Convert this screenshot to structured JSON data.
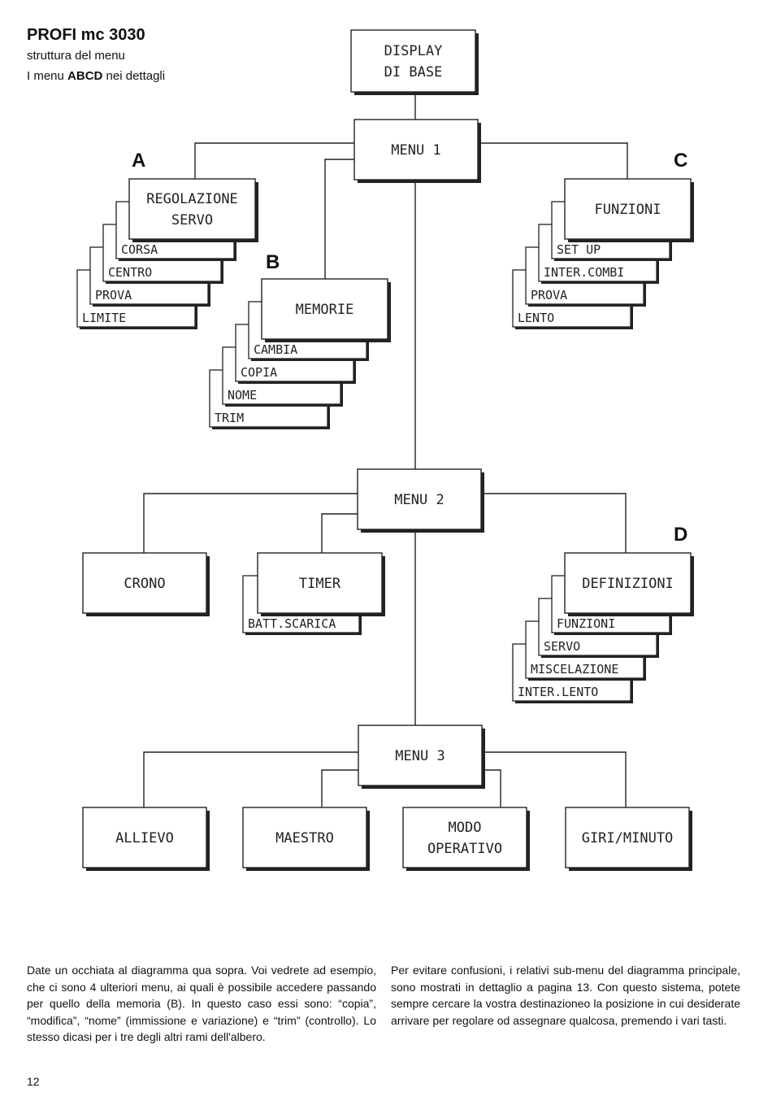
{
  "header": {
    "title": "PROFI mc 3030",
    "subtitle": "struttura del menu",
    "detail_pre": "I menu ",
    "detail_bold": "ABCD",
    "detail_post": " nei dettagli"
  },
  "nodes": {
    "display": [
      "DISPLAY",
      "DI BASE"
    ],
    "menu1": [
      "MENU 1"
    ],
    "menu2": [
      "MENU 2"
    ],
    "menu3": [
      "MENU 3"
    ],
    "crono": [
      "CRONO"
    ],
    "allievo": [
      "ALLIEVO"
    ],
    "maestro": [
      "MAESTRO"
    ],
    "modo": [
      "MODO",
      "OPERATIVO"
    ],
    "giri": [
      "GIRI/MINUTO"
    ]
  },
  "stacks": {
    "A": {
      "letter": "A",
      "front": [
        "REGOLAZIONE",
        "SERVO"
      ],
      "back": [
        "CORSA",
        "CENTRO",
        "PROVA",
        "LIMITE"
      ]
    },
    "B": {
      "letter": "B",
      "front": [
        "MEMORIE"
      ],
      "back": [
        "CAMBIA",
        "COPIA",
        "NOME",
        "TRIM"
      ]
    },
    "C": {
      "letter": "C",
      "front": [
        "FUNZIONI"
      ],
      "back": [
        "SET UP",
        "INTER.COMBI",
        "PROVA",
        "LENTO"
      ]
    },
    "TIMER": {
      "front": [
        "TIMER"
      ],
      "back": [
        "BATT.SCARICA"
      ]
    },
    "D": {
      "letter": "D",
      "front": [
        "DEFINIZIONI"
      ],
      "back": [
        "FUNZIONI",
        "SERVO",
        "MISCELAZIONE",
        "INTER.LENTO"
      ]
    }
  },
  "body_text": {
    "left": "Date un occhiata al diagramma qua sopra. Voi vedrete ad esempio, che ci sono 4 ulteriori menu, ai quali è possibile accedere passando per quello della memoria (B). In questo caso essi sono: “copia”, “modifica”, “nome” (immissione e variazione) e “trim” (controllo). Lo stesso dicasi per i tre degli altri rami dell'albero.",
    "right": "Per evitare confusioni, i relativi sub-menu del diagramma principale, sono mostrati in dettaglio a pagina 13. Con questo sistema, potete sempre cercare la vostra destinazioneo la posizione in cui desiderate arrivare per regolare od assegnare qualcosa, premendo i vari tasti."
  },
  "page_number": "12"
}
